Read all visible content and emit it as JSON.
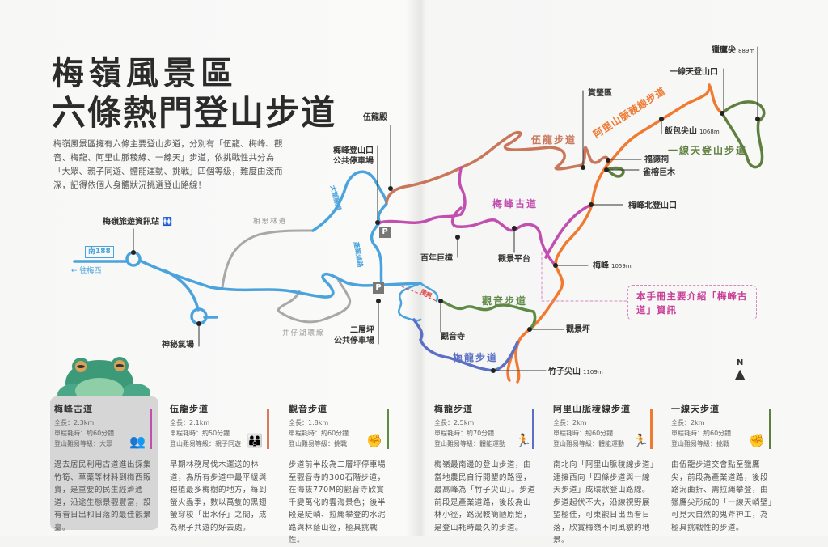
{
  "title": {
    "line1": "梅嶺風景區",
    "line2": "六條熱門登山步道"
  },
  "intro": "梅嶺風景區擁有六條主要登山步道，分別有「伍龍、梅峰、觀音、梅龍、阿里山脈稜線、一線天」步道，依挑戰性共分為「大眾、親子同遊、體能運動、挑戰」四個等級，難度由淺而深，記得依個人身體狀況挑選登山路線！",
  "map": {
    "roads": {
      "route_sign": "南188",
      "to_meixi": "← 往梅西",
      "dahu": "大湖縣道",
      "xiangsi": "相思林道",
      "industry": "產業道路",
      "jingzaihu": "井仔湖環線",
      "stairs": "階梯"
    },
    "parking": "P",
    "places": {
      "visitor_center": "梅嶺旅遊資訊站",
      "mystic": "神秘氣場",
      "wulong_temple": "伍龍殿",
      "meifeng_trailhead": "梅峰登山口",
      "meifeng_parking": "公共停車場",
      "erceng": "二層坪",
      "erceng_parking": "公共停車場",
      "old_camphor": "百年巨樟",
      "viewing_platform": "觀景平台",
      "firefly": "賞螢區",
      "falcon_peak": "獵鷹尖",
      "falcon_alt": "889m",
      "yxt_trailhead": "一線天登山口",
      "fanbao": "飯包尖山",
      "fanbao_alt": "1068m",
      "fude": "福德祠",
      "banyan": "雀榕巨木",
      "north_trailhead": "梅峰北登山口",
      "meifeng": "梅峰",
      "meifeng_alt": "1059m",
      "guanyin_temple": "觀音寺",
      "guanjing": "觀景坪",
      "zhuzi": "竹子尖山",
      "zhuzi_alt": "1109m"
    },
    "trails": {
      "wulong": "伍龍步道",
      "meifeng": "梅峰古道",
      "guanyin": "觀音步道",
      "meilong": "梅龍步道",
      "alishan": "阿里山脈稜線步道",
      "yixiantian": "一線天登山步道"
    },
    "callout": "本手冊主要介紹「梅峰古道」資訊",
    "north": "N",
    "colors": {
      "road": "#4aa3dc",
      "gray": "#a8a8a8",
      "wulong": "#c9765a",
      "meifeng": "#c24fb0",
      "guanyin": "#5f8a45",
      "meilong": "#5b6fc4",
      "alishan": "#f07a32",
      "yixiantian": "#5f7f3f"
    }
  },
  "cards": [
    {
      "name": "梅峰古道",
      "length": "全長：2.3km",
      "time": "單程耗時：約60分鐘",
      "level": "登山難易等級：大眾",
      "icon": "people-icon",
      "color": "#c24fb0",
      "desc": "過去居民利用古道進出採集竹筍、草藥等材料到梅西販賣，是重要的民生經濟通道，沿途生態景觀豐富，設有看日出和日落的最佳觀景臺。"
    },
    {
      "name": "伍龍步道",
      "length": "全長：2.1km",
      "time": "單程耗時：約50分鐘",
      "level": "登山難易等級：親子同遊",
      "icon": "family-icon",
      "color": "#d97a5c",
      "desc": "早期林務局伐木運送的林道，為所有步道中最平緩與種植最多梅樹的地方，每到螢火蟲季，數以萬隻的黑翅螢穿梭「出水仔」之間，成為親子共遊的好去處。"
    },
    {
      "name": "觀音步道",
      "length": "全長：1.8km",
      "time": "單程耗時：約60分鐘",
      "level": "登山難易等級：挑戰",
      "icon": "fist-icon",
      "color": "#5f8a45",
      "desc": "步道前半段為二層坪停車場至觀音寺的300石階步道，在海拔770M的觀音寺欣賞千變萬化的雲海景色；後半段是陡峭、拉繩攀登的水泥路與林蔭山徑，極具挑戰性。"
    },
    {
      "name": "梅龍步道",
      "length": "全長：2.5km",
      "time": "單程耗時：約70分鐘",
      "level": "登山難易等級：體能運動",
      "icon": "runner-icon",
      "color": "#5b6fc4",
      "desc": "梅嶺最南邊的登山步道，由當地農民自行開墾的路徑，最高峰為「竹子尖山」。步道前段是產業道路，後段為山林小徑，路況較簡陋原始，是登山耗時最久的步道。"
    },
    {
      "name": "阿里山脈稜線步道",
      "length": "全長：2km",
      "time": "單程耗時：約60分鐘",
      "level": "登山難易等級：體能運動",
      "icon": "runner-icon",
      "color": "#f07a32",
      "desc": "南北向「阿里山脈稜線步道」連接西向「四條步道與一線天步道」成環狀登山路線。步道起伏不大，沿線視野展望極佳，可東觀日出西看日落，欣賞梅嶺不同風貌的地景。"
    },
    {
      "name": "一線天步道",
      "length": "全長：2km",
      "time": "單程耗時：約60分鐘",
      "level": "登山難易等級：挑戰",
      "icon": "fist-icon",
      "color": "#5f7f3f",
      "desc": "由伍龍步道交會點至獵鷹尖，前段為產業道路，後段路況曲折、需拉繩攀登，由獵鷹尖形成的「一線天峭壁」可見大自然的鬼斧神工，為極具挑戰性的步道。"
    }
  ]
}
